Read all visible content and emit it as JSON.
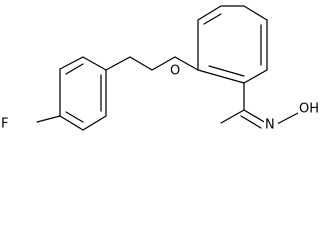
{
  "structure": {
    "atoms": {
      "fluorine": "F",
      "ether_oxygen": "O",
      "oxime_nitrogen": "N",
      "hydroxyl": "OH"
    }
  },
  "colors": {
    "bond": "#000000",
    "background": "#ffffff"
  }
}
